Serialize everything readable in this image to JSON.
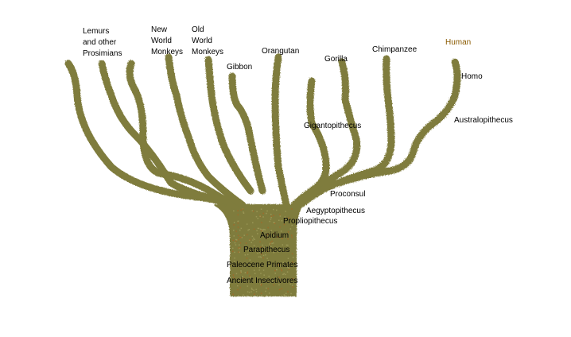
{
  "diagram": {
    "type": "evolutionary-tree",
    "colors": {
      "branch": "#7f7c3e",
      "branch_light": "#9a9756",
      "trunk_speckle": "#a06a2a",
      "text": "#000000",
      "highlight_text": "#8a5a00"
    },
    "branch_labels": [
      {
        "id": "lemurs",
        "lines": [
          "Lemurs",
          "and other",
          "Prosimians"
        ]
      },
      {
        "id": "new-world-monkeys",
        "lines": [
          "New",
          "World",
          "Monkeys"
        ]
      },
      {
        "id": "old-world-monkeys",
        "lines": [
          "Old",
          "World",
          "Monkeys"
        ]
      },
      {
        "id": "gibbon",
        "lines": [
          "Gibbon"
        ]
      },
      {
        "id": "orangutan",
        "lines": [
          "Orangutan"
        ]
      },
      {
        "id": "gorilla",
        "lines": [
          "Gorilla"
        ]
      },
      {
        "id": "chimpanzee",
        "lines": [
          "Chimpanzee"
        ]
      },
      {
        "id": "human",
        "lines": [
          "Human"
        ]
      },
      {
        "id": "homo",
        "lines": [
          "Homo"
        ]
      },
      {
        "id": "australopithecus",
        "lines": [
          "Australopithecus"
        ]
      },
      {
        "id": "gigantopithecus",
        "lines": [
          "Gigantopithecus"
        ]
      }
    ],
    "trunk_labels": [
      "Proconsul",
      "Aegyptopithecus",
      "Propliopithecus",
      "Apidium",
      "Parapithecus",
      "Paleocene Primates",
      "Ancient Insectivores"
    ]
  }
}
